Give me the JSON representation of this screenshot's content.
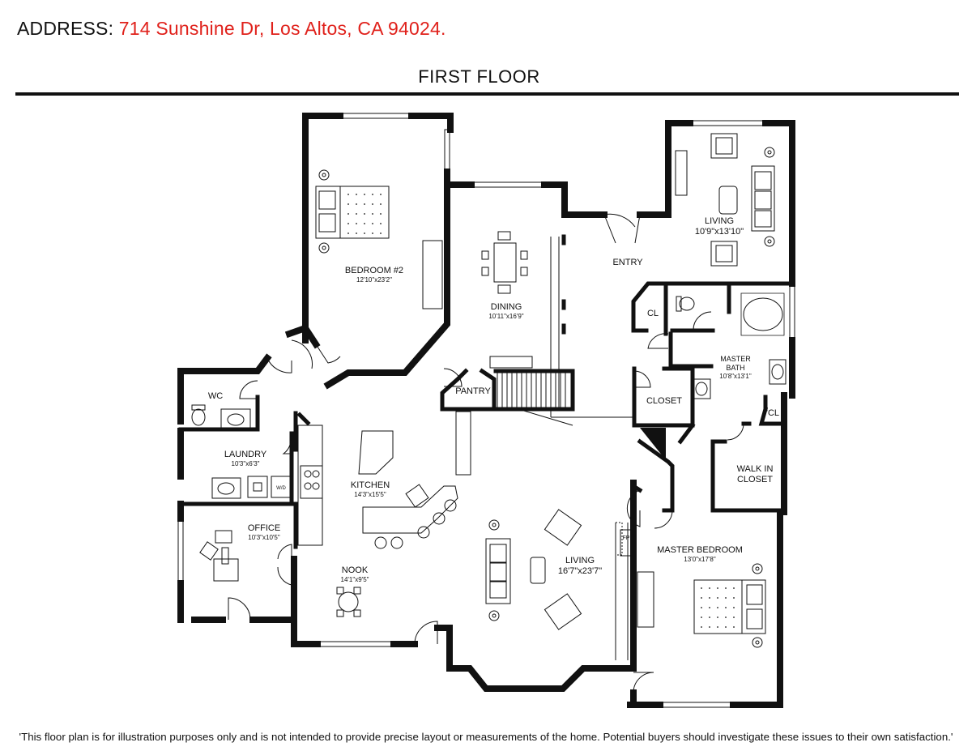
{
  "header": {
    "address_label": "ADDRESS:",
    "address_value": "714 Sunshine Dr, Los Altos, CA 94024.",
    "floor_title": "FIRST FLOOR"
  },
  "rooms": {
    "bedroom2": {
      "name": "BEDROOM #2",
      "dims": "12'10\"x23'2\""
    },
    "dining": {
      "name": "DINING",
      "dims": "10'11\"x16'9\""
    },
    "living_front": {
      "name": "LIVING",
      "dims": "10'9\"x13'10\""
    },
    "entry": {
      "name": "ENTRY"
    },
    "cl_upper": {
      "name": "CL"
    },
    "master_bath": {
      "name_line1": "MASTER",
      "name_line2": "BATH",
      "dims": "10'8\"x13'1\""
    },
    "closet": {
      "name": "CLOSET"
    },
    "cl_lower": {
      "name": "CL"
    },
    "walk_in_closet": {
      "name_line1": "WALK IN",
      "name_line2": "CLOSET"
    },
    "pantry": {
      "name": "PANTRY"
    },
    "wc": {
      "name": "WC"
    },
    "laundry": {
      "name": "LAUNDRY",
      "dims": "10'3\"x6'3\""
    },
    "kitchen": {
      "name": "KITCHEN",
      "dims": "14'3\"x15'5\""
    },
    "office": {
      "name": "OFFICE",
      "dims": "10'3\"x10'5\""
    },
    "nook": {
      "name": "NOOK",
      "dims": "14'1\"x9'5\""
    },
    "living_main": {
      "name": "LIVING",
      "dims": "16'7\"x23'7\""
    },
    "fireplace": {
      "name": "FP"
    },
    "master_bedroom": {
      "name": "MASTER BEDROOM",
      "dims": "13'0\"x17'8\""
    },
    "washer_dryer": {
      "name": "W/D"
    }
  },
  "footer": {
    "disclaimer": "'This floor plan is for illustration purposes only and is not intended to provide precise layout or measurements of the home. Potential buyers should investigate these issues to their own satisfaction.'"
  },
  "colors": {
    "address_accent": "#e0211b",
    "walls": "#111111"
  }
}
